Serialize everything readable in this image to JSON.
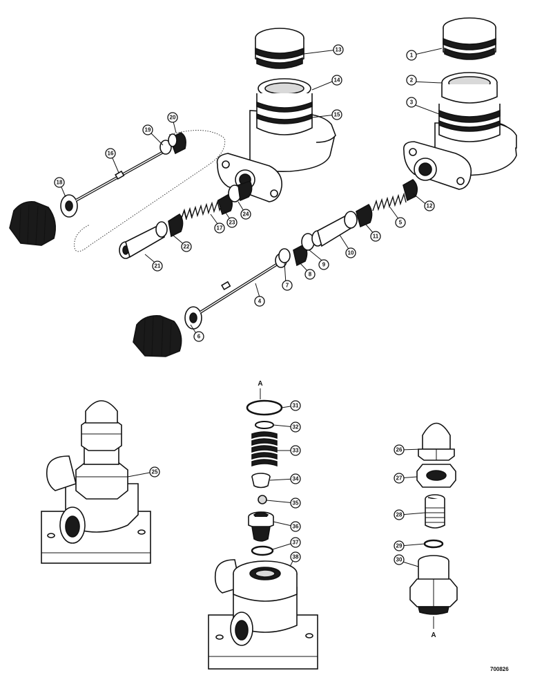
{
  "drawing_code": "700826",
  "ref_letters": {
    "top": "A",
    "bottom": "A"
  },
  "callouts": [
    "1",
    "2",
    "3",
    "4",
    "5",
    "6",
    "7",
    "8",
    "9",
    "10",
    "11",
    "12",
    "13",
    "14",
    "15",
    "16",
    "17",
    "18",
    "19",
    "20",
    "21",
    "22",
    "23",
    "24",
    "25",
    "26",
    "27",
    "28",
    "29",
    "30",
    "31",
    "32",
    "33",
    "34",
    "35",
    "36",
    "37",
    "38"
  ]
}
